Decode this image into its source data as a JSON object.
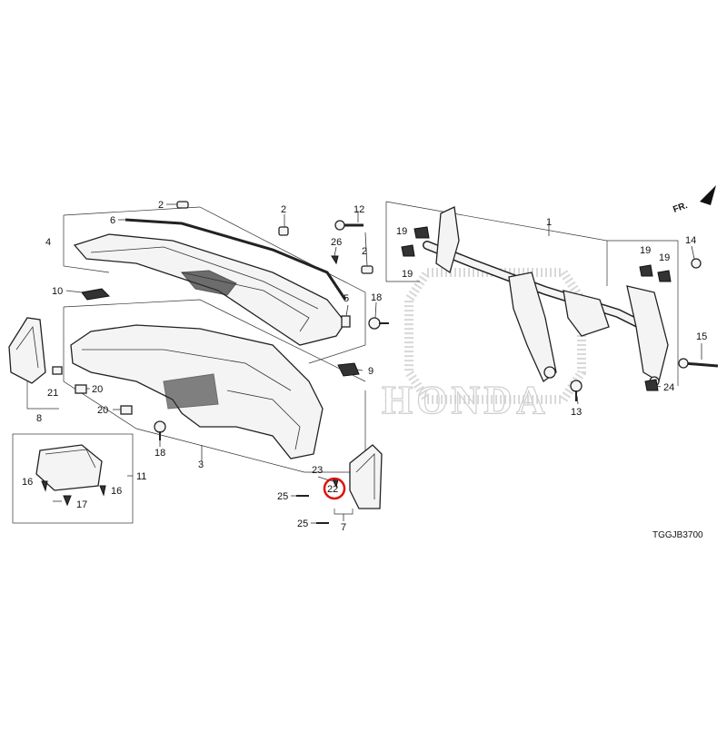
{
  "diagram_code": "TGGJB3700",
  "direction_label": "FR.",
  "watermark_text": "HONDA",
  "highlight_color": "#e01010",
  "highlighted_callout": "22",
  "callouts": {
    "c1": "1",
    "c2a": "2",
    "c2b": "2",
    "c2c": "2",
    "c3": "3",
    "c4": "4",
    "c5": "5",
    "c6": "6",
    "c7": "7",
    "c8": "8",
    "c9": "9",
    "c10": "10",
    "c11": "11",
    "c12": "12",
    "c13": "13",
    "c14": "14",
    "c15": "15",
    "c16a": "16",
    "c16b": "16",
    "c17": "17",
    "c18a": "18",
    "c18b": "18",
    "c19a": "19",
    "c19b": "19",
    "c19c": "19",
    "c19d": "19",
    "c20a": "20",
    "c20b": "20",
    "c21": "21",
    "c22": "22",
    "c23": "23",
    "c24": "24",
    "c25a": "25",
    "c25b": "25",
    "c26": "26"
  }
}
